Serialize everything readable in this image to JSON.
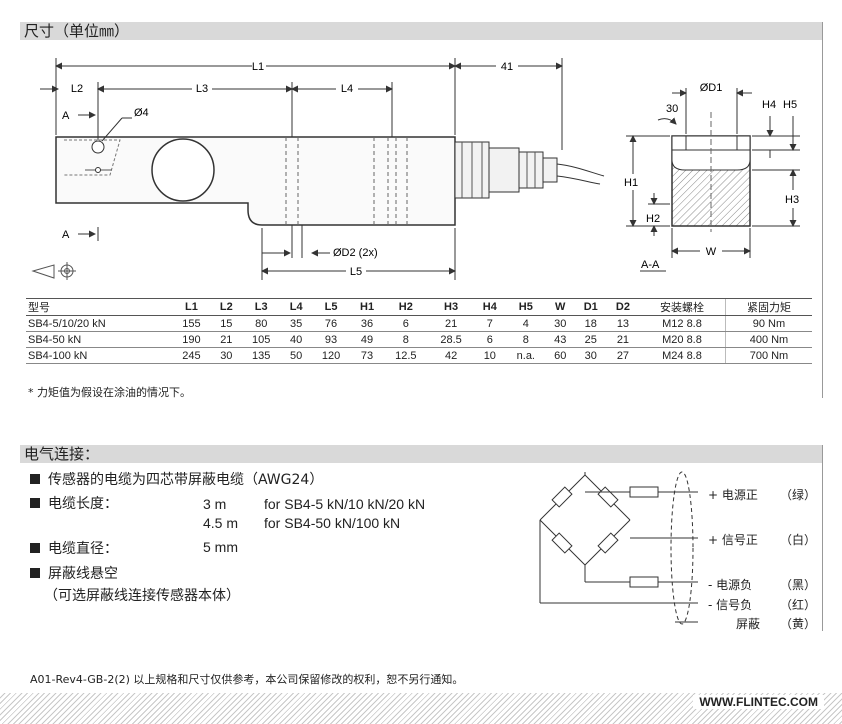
{
  "dimensions": {
    "title": "尺寸（单位㎜）",
    "labels": {
      "L1": "L1",
      "L2": "L2",
      "L3": "L3",
      "L4": "L4",
      "L5": "L5",
      "dim41": "41",
      "A": "A",
      "phi4": "Ø4",
      "phiD2": "ØD2 (2x)",
      "phiD1": "ØD1",
      "angle30": "30",
      "H1": "H1",
      "H2": "H2",
      "H3": "H3",
      "H4": "H4",
      "H5": "H5",
      "W": "W",
      "section": "A-A"
    }
  },
  "table": {
    "headers": [
      "型号",
      "L1",
      "L2",
      "L3",
      "L4",
      "L5",
      "H1",
      "H2",
      "H3",
      "H4",
      "H5",
      "W",
      "D1",
      "D2",
      "安装螺栓",
      "紧固力矩"
    ],
    "rows": [
      [
        "SB4-5/10/20 kN",
        "155",
        "15",
        "80",
        "35",
        "76",
        "36",
        "6",
        "21",
        "7",
        "4",
        "30",
        "18",
        "13",
        "M12 8.8",
        "90 Nm"
      ],
      [
        "SB4-50 kN",
        "190",
        "21",
        "105",
        "40",
        "93",
        "49",
        "8",
        "28.5",
        "6",
        "8",
        "43",
        "25",
        "21",
        "M20 8.8",
        "400 Nm"
      ],
      [
        "SB4-100 kN",
        "245",
        "30",
        "135",
        "50",
        "120",
        "73",
        "12.5",
        "42",
        "10",
        "n.a.",
        "60",
        "30",
        "27",
        "M24 8.8",
        "700 Nm"
      ]
    ],
    "footnote": "* 力矩值为假设在涂油的情况下。"
  },
  "electrical": {
    "title": "电气连接：",
    "line1": "传感器的电缆为四芯带屏蔽电缆（AWG24）",
    "length_label": "电缆长度：",
    "length_rows": [
      {
        "value": "3 m",
        "desc": "for SB4-5 kN/10 kN/20 kN"
      },
      {
        "value": "4.5 m",
        "desc": "for SB4-50 kN/100 kN"
      }
    ],
    "diameter_label": "电缆直径：",
    "diameter_value": "5 mm",
    "shield_label": "屏蔽线悬空",
    "shield_note": "（可选屏蔽线连接传感器本体）",
    "wires": [
      {
        "name": "+ 电源正",
        "color": "（绿）"
      },
      {
        "name": "+ 信号正",
        "color": "（白）"
      },
      {
        "name": "- 电源负",
        "color": "（黑）"
      },
      {
        "name": "- 信号负",
        "color": "（红）"
      },
      {
        "name": "屏蔽",
        "color": "（黄）"
      }
    ]
  },
  "footer": {
    "note": "A01-Rev4-GB-2(2)    以上规格和尺寸仅供参考，本公司保留修改的权利，恕不另行通知。",
    "url": "WWW.FLINTEC.COM"
  }
}
